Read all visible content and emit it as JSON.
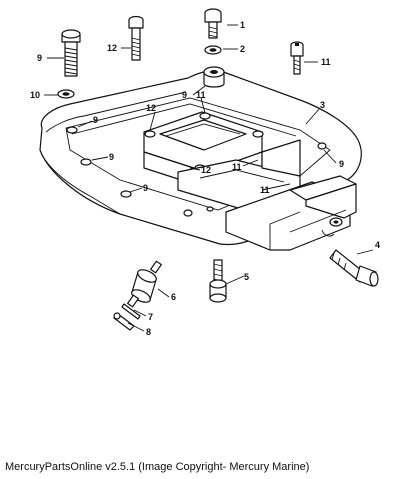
{
  "footer": {
    "text": "MercuryPartsOnline v2.5.1 (Image Copyright- Mercury Marine)"
  },
  "callouts": {
    "c1": "1",
    "c2": "2",
    "c3": "3",
    "c4": "4",
    "c5": "5",
    "c6": "6",
    "c7": "7",
    "c8": "8",
    "c9a": "9",
    "c9b": "9",
    "c9c": "9",
    "c9d": "9",
    "c9e": "9",
    "c9f": "9",
    "c10": "10",
    "c11a": "11",
    "c11b": "11",
    "c11c": "11",
    "c11d": "11",
    "c12a": "12",
    "c12b": "12",
    "c12c": "12"
  }
}
